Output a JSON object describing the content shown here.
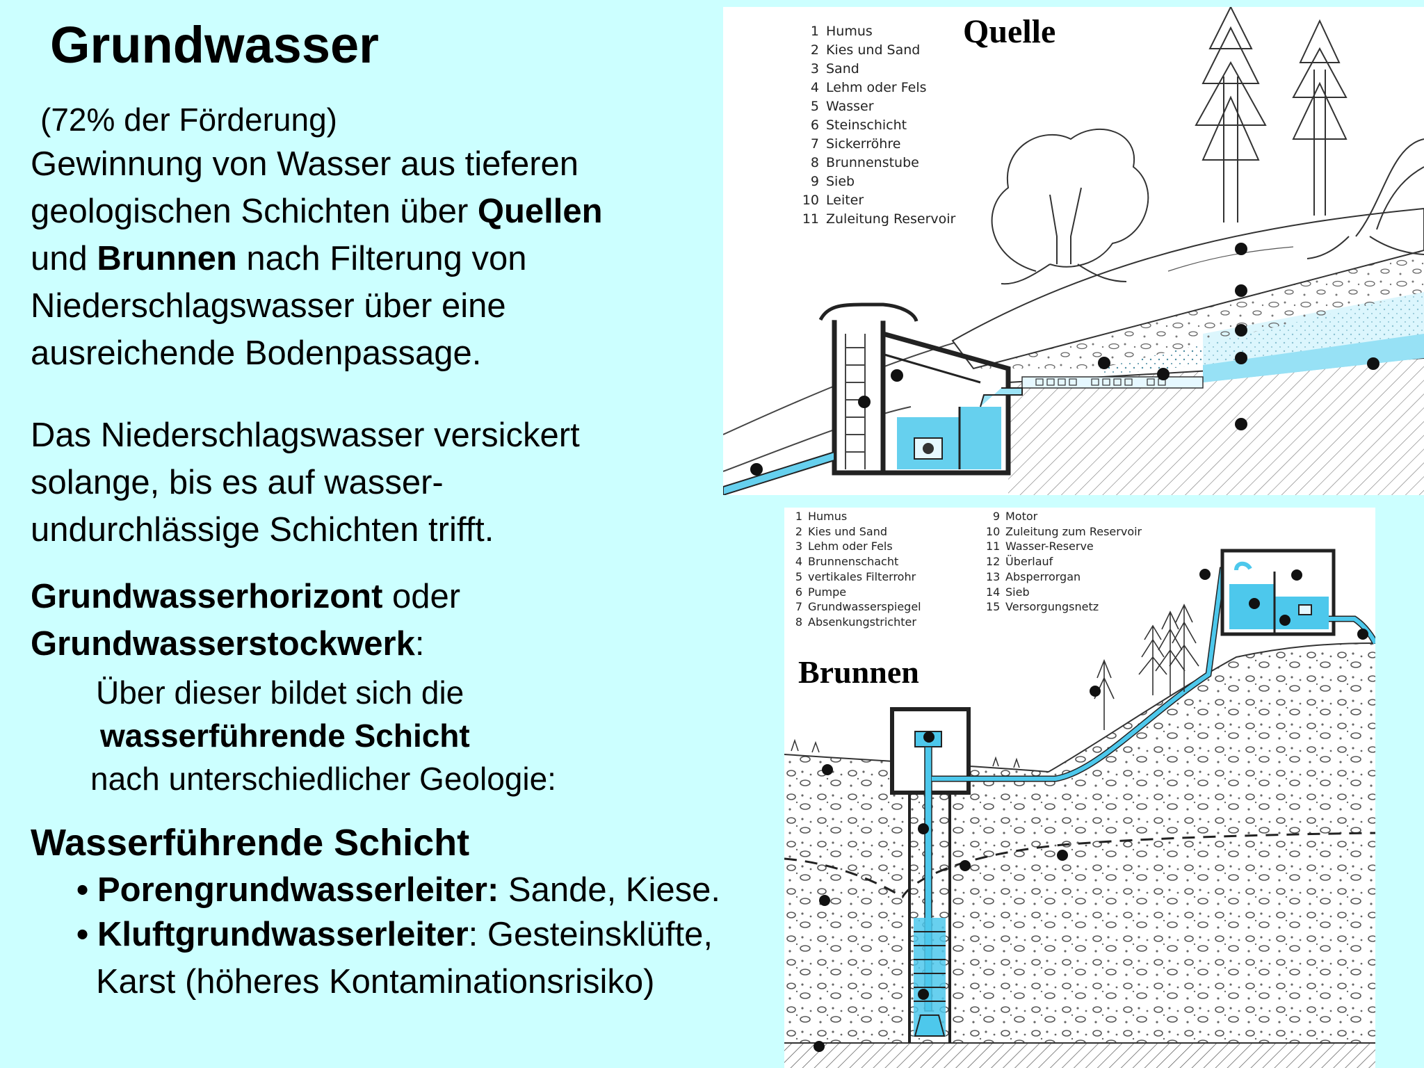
{
  "slide": {
    "title": "Grundwasser",
    "share": "(72% der Förderung)",
    "intro": {
      "line1": "Gewinnung von Wasser aus tieferen",
      "line2_a": "geologischen Schichten über ",
      "line2_b": "Quellen",
      "line3_a": "und ",
      "line3_b": "Brunnen",
      "line3_c": " nach Filterung von",
      "line4": "Niederschlagswasser über eine",
      "line5": "ausreichende Bodenpassage."
    },
    "seep": {
      "line1": "Das Niederschlagswasser versickert",
      "line2": "solange, bis es auf wasser-",
      "line3": "undurchlässige Schichten trifft."
    },
    "horizon": {
      "term1": "Grundwasserhorizont",
      "or": " oder",
      "term2": "Grundwasserstockwerk",
      "colon": ":",
      "desc1": "Über dieser bildet sich die",
      "desc2": "wasserführende Schicht",
      "desc3": "nach unterschiedlicher Geologie:"
    },
    "aquifer": {
      "heading": "Wasserführende Schicht",
      "b1_term": "Porengrundwasserleiter:",
      "b1_text": " Sande, Kiese.",
      "b2_term": "Kluftgrundwasserleiter",
      "b2_text": ": Gesteinsklüfte,",
      "b2_cont": "Karst (höheres Kontaminationsrisiko)"
    }
  },
  "quelle": {
    "title": "Quelle",
    "legend": [
      {
        "n": "1",
        "label": "Humus"
      },
      {
        "n": "2",
        "label": "Kies und Sand"
      },
      {
        "n": "3",
        "label": "Sand"
      },
      {
        "n": "4",
        "label": "Lehm oder Fels"
      },
      {
        "n": "5",
        "label": "Wasser"
      },
      {
        "n": "6",
        "label": "Steinschicht"
      },
      {
        "n": "7",
        "label": "Sickerröhre"
      },
      {
        "n": "8",
        "label": "Brunnenstube"
      },
      {
        "n": "9",
        "label": "Sieb"
      },
      {
        "n": "10",
        "label": "Leiter"
      },
      {
        "n": "11",
        "label": "Zuleitung Reservoir"
      }
    ]
  },
  "brunnen": {
    "title": "Brunnen",
    "legend_left": [
      {
        "n": "1",
        "label": "Humus"
      },
      {
        "n": "2",
        "label": "Kies und Sand"
      },
      {
        "n": "3",
        "label": "Lehm oder Fels"
      },
      {
        "n": "4",
        "label": "Brunnenschacht"
      },
      {
        "n": "5",
        "label": "vertikales Filterrohr"
      },
      {
        "n": "6",
        "label": "Pumpe"
      },
      {
        "n": "7",
        "label": "Grundwasserspiegel"
      },
      {
        "n": "8",
        "label": "Absenkungstrichter"
      }
    ],
    "legend_right": [
      {
        "n": "9",
        "label": "Motor"
      },
      {
        "n": "10",
        "label": "Zuleitung zum Reservoir"
      },
      {
        "n": "11",
        "label": "Wasser-Reserve"
      },
      {
        "n": "12",
        "label": "Überlauf"
      },
      {
        "n": "13",
        "label": "Absperrorgan"
      },
      {
        "n": "14",
        "label": "Sieb"
      },
      {
        "n": "15",
        "label": "Versorgungsnetz"
      }
    ]
  },
  "colors": {
    "background": "#ccffff",
    "water": "#4dc8ec",
    "water_light": "#bfeefb",
    "panel": "#ffffff"
  }
}
